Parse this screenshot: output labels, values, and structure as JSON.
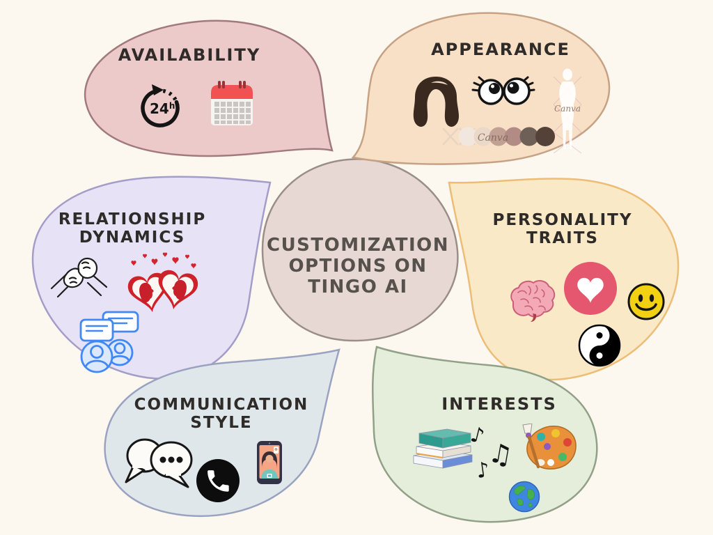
{
  "background": "#fcf8f0",
  "center": {
    "line1": "CUSTOMIZATION",
    "line2": "OPTIONS ON",
    "line3": "TINGO AI",
    "fill": "#e7d8d4",
    "stroke": "#9a8e89",
    "text_color": "#57514b"
  },
  "sections": {
    "availability": {
      "label": "AVAILABILITY",
      "fill": "#edcaca",
      "stroke": "#a2797e",
      "clock_value": "24",
      "clock_unit": "h",
      "icons": [
        "24h-clock-icon",
        "calendar-icon"
      ]
    },
    "appearance": {
      "label": "APPEARANCE",
      "fill": "#f8e0c7",
      "stroke": "#c7a183",
      "watermark": "Canva",
      "swatches": [
        "#f2e7de",
        "#ead8c9",
        "#c2a194",
        "#b28c84",
        "#6f6057",
        "#544238"
      ],
      "icons": [
        "hair-icon",
        "eyes-icon",
        "body-silhouette-icon",
        "skin-tone-swatches-icon"
      ]
    },
    "relationship": {
      "line1": "RELATIONSHIP",
      "line2": "DYNAMICS",
      "fill": "#e7e2f6",
      "stroke": "#a39dc8",
      "icons": [
        "handshake-icon",
        "hearts-couple-icon",
        "people-chat-icon"
      ]
    },
    "personality": {
      "line1": "PERSONALITY",
      "line2": "TRAITS",
      "fill": "#f9e9c6",
      "stroke": "#ecbd77",
      "icons": [
        "brain-icon",
        "heart-badge-icon",
        "smiley-icon",
        "yin-yang-icon"
      ]
    },
    "communication": {
      "line1": "COMMUNICATION",
      "line2": "STYLE",
      "fill": "#e0e7eb",
      "stroke": "#99a3c1",
      "icons": [
        "speech-bubbles-icon",
        "phone-call-icon",
        "video-call-icon"
      ]
    },
    "interests": {
      "label": "INTERESTS",
      "fill": "#e4eeda",
      "stroke": "#92a088",
      "notes": [
        "♪",
        "♫",
        "♪"
      ],
      "icons": [
        "books-icon",
        "music-notes-icon",
        "paint-palette-icon",
        "globe-icon"
      ]
    }
  }
}
